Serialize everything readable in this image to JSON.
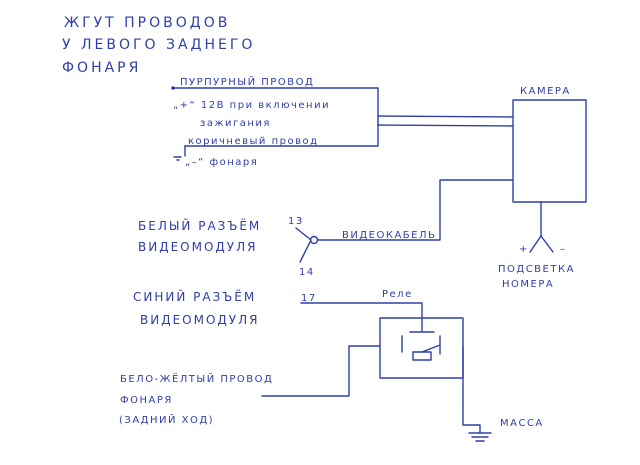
{
  "title_lines": [
    "ЖГУТ ПРОВОДОВ",
    "У ЛЕВОГО ЗАДНЕГО",
    "ФОНАРЯ"
  ],
  "wires": {
    "purple": "ПУРПУРНЫЙ ПРОВОД",
    "plus12_line1": "„+“ 12В при включении",
    "plus12_line2": "зажигания",
    "brown": "коричневый провод",
    "minus_lamp": "„–“ фонаря"
  },
  "camera": "КАМЕРА",
  "white_connector": {
    "line1": "БЕЛЫЙ РАЗЪЁМ",
    "line2": "ВИДЕОМОДУЛЯ",
    "pin13": "13",
    "pin14": "14",
    "cable": "ВИДЕОКАБЕЛЬ"
  },
  "plate_light": {
    "line1": "ПОДСВЕТКА",
    "line2": "НОМЕРА",
    "plus": "+",
    "minus": "–"
  },
  "blue_connector": {
    "line1": "СИНИЙ РАЗЪЁМ",
    "line2": "ВИДЕОМОДУЛЯ",
    "pin17": "17"
  },
  "relay": "Реле",
  "reverse_wire": {
    "line1": "БЕЛО-ЖЁЛТЫЙ ПРОВОД",
    "line2": "ФОНАРЯ",
    "line3": "(ЗАДНИЙ ХОД)"
  },
  "ground": "МАССА",
  "colors": {
    "ink": "#2f3ea8",
    "background": "#ffffff"
  }
}
